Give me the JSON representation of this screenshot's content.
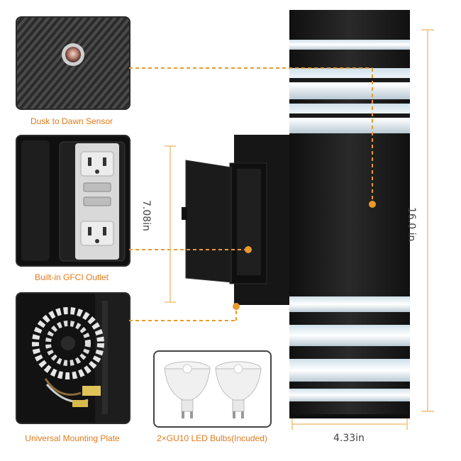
{
  "captions": {
    "sensor": "Dusk to Dawn Sensor",
    "gfci": "Built-in GFCI Outlet",
    "mounting": "Universal Mounting Plate",
    "bulbs": "2×GU10 LED Bulbs(Incuded)"
  },
  "dimensions": {
    "height": "16.0 in",
    "box_height": "7.08in",
    "width": "4.33in"
  },
  "colors": {
    "accent": "#e89a2c",
    "caption": "#e07a1a",
    "fixture": "#1c1c1c",
    "dimension_line": "#f0c078"
  },
  "icons": [
    "photo-sensor-icon",
    "gfci-outlet-icon",
    "mounting-plate-icon",
    "gu10-bulb-icon"
  ]
}
